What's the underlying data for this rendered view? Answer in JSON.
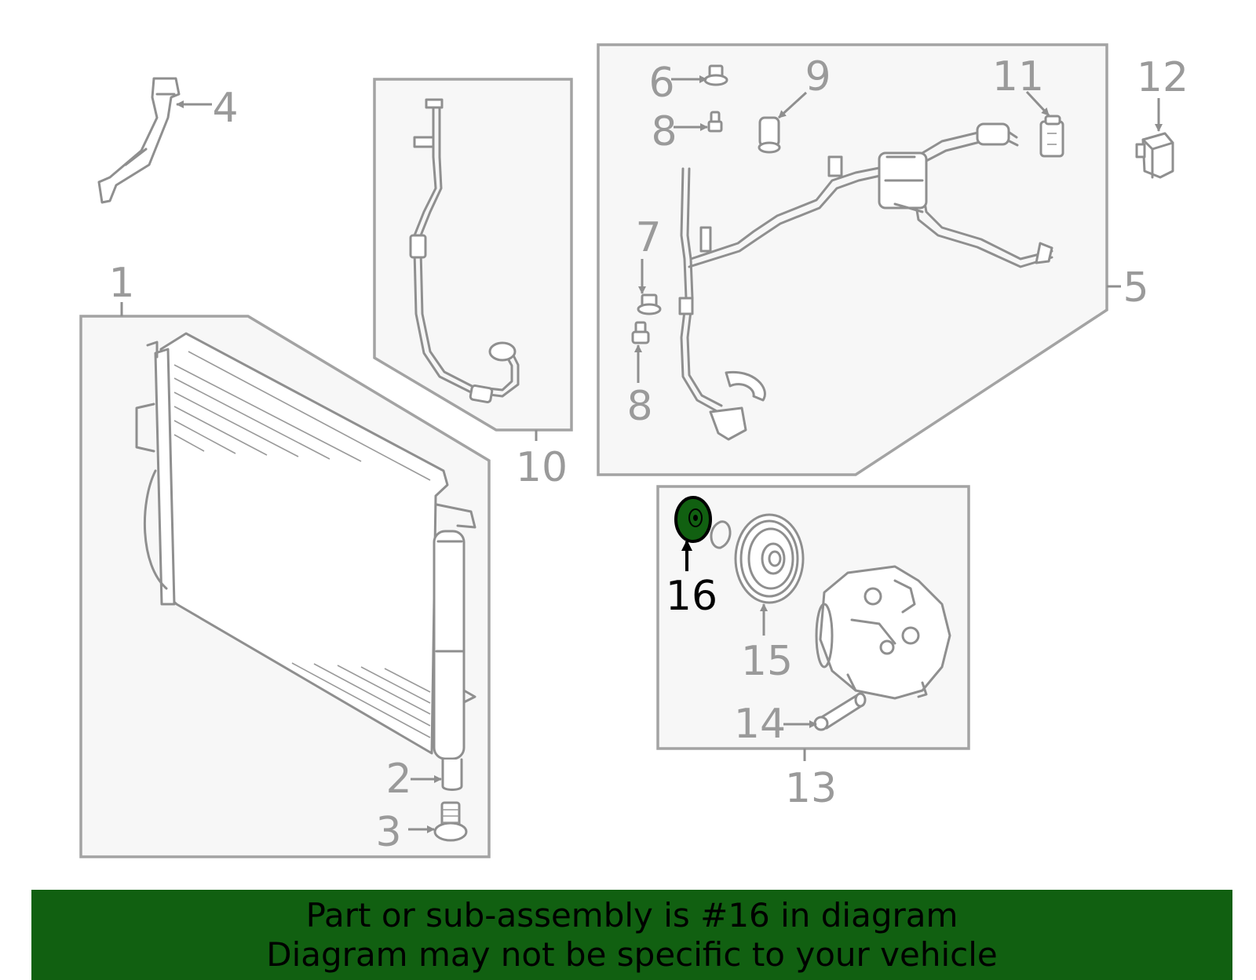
{
  "diagram": {
    "highlight_color": "#116011",
    "highlighted_part": "16",
    "callouts": {
      "c1": "1",
      "c2": "2",
      "c3": "3",
      "c4": "4",
      "c5": "5",
      "c6": "6",
      "c7": "7",
      "c8a": "8",
      "c8b": "8",
      "c9": "9",
      "c10": "10",
      "c11": "11",
      "c12": "12",
      "c13": "13",
      "c14": "14",
      "c15": "15",
      "c16": "16"
    }
  },
  "banner": {
    "line1": "Part or sub-assembly is #16 in diagram",
    "line2": "Diagram may not be specific to your vehicle"
  }
}
